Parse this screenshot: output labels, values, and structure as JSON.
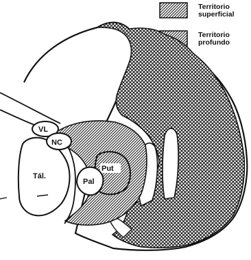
{
  "legend": {
    "superficial": "Territorio superficial",
    "superficial_line1": "Territorio",
    "superficial_line2": "superficial",
    "profundo": "Territorio profundo",
    "profundo_line1": "Territorio",
    "profundo_line2": "profundo"
  },
  "structures": {
    "vl": "VL",
    "nc": "NC",
    "tal": "Tál.",
    "put": "Put",
    "pal": "Pal"
  },
  "colors": {
    "ink": "#111111",
    "paper": "#ffffff"
  }
}
